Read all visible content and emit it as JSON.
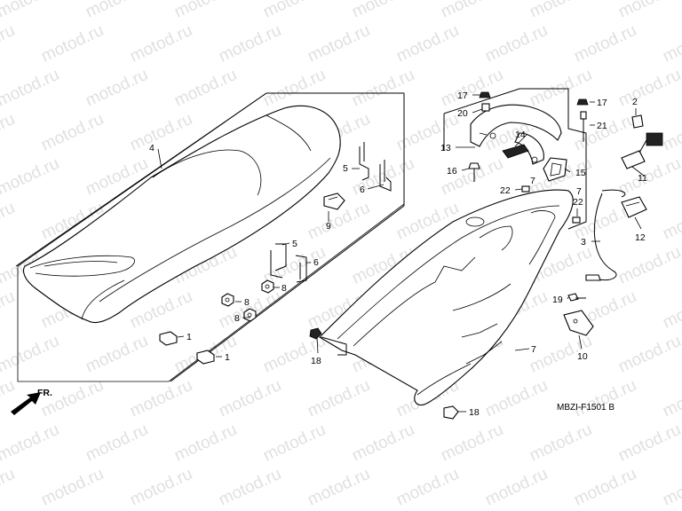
{
  "watermark": {
    "text": "motod.ru",
    "color": "#c8c8c8"
  },
  "diagram_code": "MBZI-F1501 B",
  "front_arrow_label": "FR.",
  "callouts": [
    {
      "id": "c4",
      "label": "4"
    },
    {
      "id": "c5a",
      "label": "5"
    },
    {
      "id": "c6a",
      "label": "6"
    },
    {
      "id": "c9",
      "label": "9"
    },
    {
      "id": "c5b",
      "label": "5"
    },
    {
      "id": "c6b",
      "label": "6"
    },
    {
      "id": "c8a",
      "label": "8"
    },
    {
      "id": "c8b",
      "label": "8"
    },
    {
      "id": "c8c",
      "label": "8"
    },
    {
      "id": "c1a",
      "label": "1"
    },
    {
      "id": "c1b",
      "label": "1"
    },
    {
      "id": "c17a",
      "label": "17"
    },
    {
      "id": "c20",
      "label": "20"
    },
    {
      "id": "c13",
      "label": "13"
    },
    {
      "id": "c14",
      "label": "14"
    },
    {
      "id": "c16",
      "label": "16"
    },
    {
      "id": "c15",
      "label": "15"
    },
    {
      "id": "c7a",
      "label": "7"
    },
    {
      "id": "c22a",
      "label": "22"
    },
    {
      "id": "c17b",
      "label": "17"
    },
    {
      "id": "c21",
      "label": "21"
    },
    {
      "id": "c2",
      "label": "2"
    },
    {
      "id": "c11",
      "label": "11"
    },
    {
      "id": "c7b",
      "label": "7"
    },
    {
      "id": "c22b",
      "label": "22"
    },
    {
      "id": "c12",
      "label": "12"
    },
    {
      "id": "c3",
      "label": "3"
    },
    {
      "id": "c19",
      "label": "19"
    },
    {
      "id": "c10",
      "label": "10"
    },
    {
      "id": "c7c",
      "label": "7"
    },
    {
      "id": "c18a",
      "label": "18"
    },
    {
      "id": "c18b",
      "label": "18"
    }
  ]
}
